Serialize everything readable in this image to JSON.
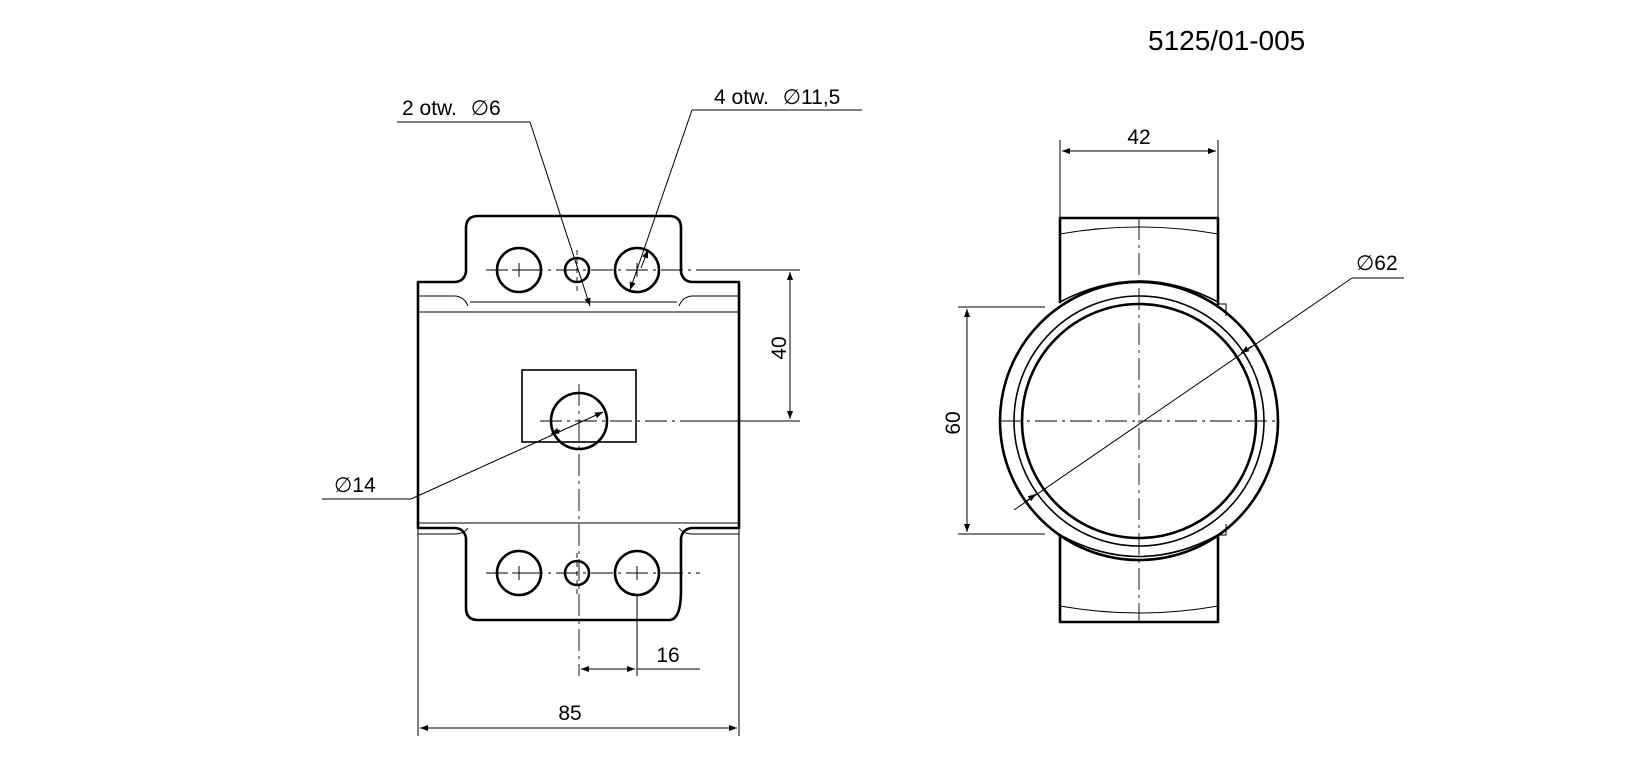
{
  "drawing_number": "5125/01-005",
  "front_view": {
    "hole_callout_small": {
      "count": "2 otw.",
      "symbol": "∅",
      "size": "6"
    },
    "hole_callout_large": {
      "count": "4 otw.",
      "symbol": "∅",
      "size": "11,5"
    },
    "center_hole": {
      "symbol": "∅",
      "size": "14"
    },
    "dim_vertical": "40",
    "dim_pitch": "16",
    "dim_width": "85"
  },
  "side_view": {
    "dim_top_width": "42",
    "dim_height": "60",
    "bore": {
      "symbol": "∅",
      "size": "62"
    }
  }
}
